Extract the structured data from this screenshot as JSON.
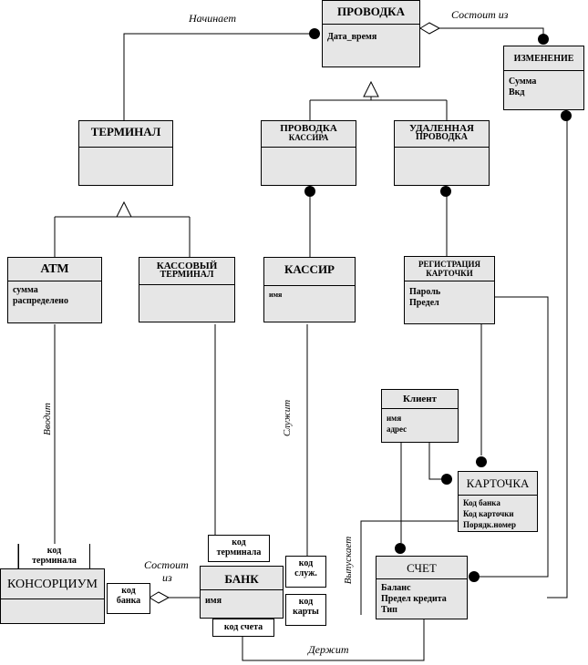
{
  "classes": {
    "provodka": {
      "title": "ПРОВОДКА",
      "attrs": [
        "Дата_время"
      ]
    },
    "izmenenie": {
      "title": "ИЗМЕНЕНИЕ",
      "attrs": [
        "Сумма",
        "Вкд"
      ]
    },
    "terminal": {
      "title": "ТЕРМИНАЛ",
      "attrs": []
    },
    "provodka_kassira": {
      "title": "ПРОВОДКА",
      "title2": "КАССИРА",
      "attrs": []
    },
    "udalennaya": {
      "title": "УДАЛЕННАЯ",
      "title2": "ПРОВОДКА",
      "attrs": []
    },
    "atm": {
      "title": "АТМ",
      "attrs": [
        "сумма",
        "распределено"
      ]
    },
    "kassovy": {
      "title": "КАССОВЫЙ",
      "title2": "ТЕРМИНАЛ",
      "attrs": []
    },
    "kassir": {
      "title": "КАССИР",
      "attrs": [
        "имя"
      ]
    },
    "registraciya": {
      "title": "РЕГИСТРАЦИЯ",
      "title2": "КАРТОЧКИ",
      "attrs": [
        "Пароль",
        "Предел"
      ]
    },
    "klient": {
      "title": "Клиент",
      "attrs": [
        "имя",
        "адрес"
      ]
    },
    "kartochka": {
      "title": "КАРТОЧКА",
      "attrs": [
        "Код банка",
        "Код карточки",
        "Порядк.номер"
      ]
    },
    "konsorcium": {
      "title": "КОНСОРЦИУМ",
      "attrs": []
    },
    "bank": {
      "title": "БАНК",
      "attrs": [
        "имя"
      ]
    },
    "schet": {
      "title": "СЧЕТ",
      "attrs": [
        "Баланс",
        "Предел кредита",
        "Тип"
      ]
    }
  },
  "qualifiers": {
    "kod_terminala_1": {
      "line1": "код",
      "line2": "терминала"
    },
    "kod_terminala_2": {
      "line1": "код",
      "line2": "терминала"
    },
    "kod_banka": {
      "line1": "код",
      "line2": "банка"
    },
    "kod_sluzh": {
      "line1": "код",
      "line2": "служ."
    },
    "kod_karty": {
      "line1": "код",
      "line2": "карты"
    },
    "kod_scheta": {
      "line1": "код счета"
    }
  },
  "labels": {
    "nachinaet": "Начинает",
    "sostoit_iz_top": "Состоит из",
    "vvodit": "Вводит",
    "sluzhit": "Служит",
    "sostoit_iz_bottom_1": "Состоит",
    "sostoit_iz_bottom_2": "из",
    "vypuskaet": "Выпускает",
    "derzhit": "Держит"
  }
}
